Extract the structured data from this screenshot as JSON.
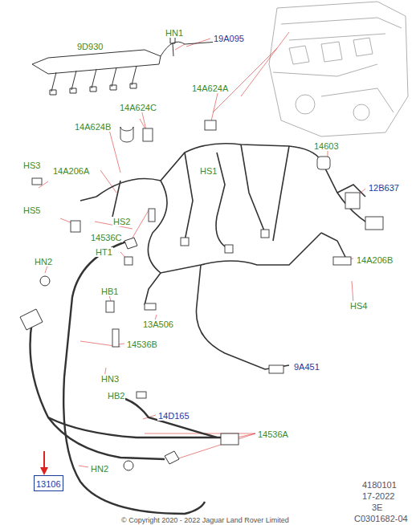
{
  "diagram": {
    "nodes": [
      {
        "text": [
          "13106"
        ]
      }
    ],
    "edges": [],
    "labels": [
      "9D930",
      "HN1",
      "19A095",
      "14A624A",
      "14A624C",
      "14A624B",
      "14603",
      "HS3",
      "14A206A",
      "HS1",
      "12B637",
      "HS5",
      "HS2",
      "14536C",
      "HT1",
      "14A206B",
      "HN2",
      "HS4",
      "HB1",
      "13A506",
      "14536B",
      "9A451",
      "HN3",
      "HB2",
      "14D165",
      "14536A",
      "HN2",
      "4180101",
      "17-2022",
      "3E",
      "C0301682-04",
      "© Copyright 2020 - 2022 Jaguar Land Rover Limited"
    ]
  }
}
